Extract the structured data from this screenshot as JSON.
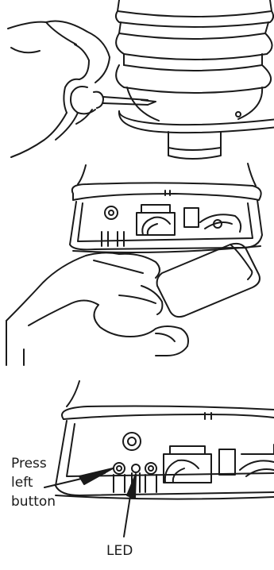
{
  "labels": {
    "press": "Press",
    "left": "left",
    "button": "button",
    "led": "LED"
  },
  "colors": {
    "ink": "#1a1a1a",
    "paper": "#ffffff"
  }
}
